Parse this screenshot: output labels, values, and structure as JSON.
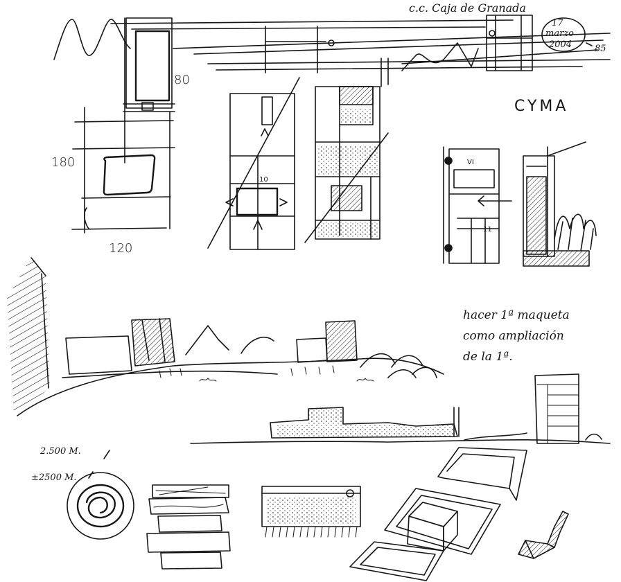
{
  "palette": {
    "ink": "#161616",
    "paper": "#ffffff"
  },
  "header": {
    "title": "c.c. Caja de Granada",
    "date_day": "17",
    "date_month": "marzo",
    "date_year": "2004",
    "sheet_number": "85"
  },
  "tower_sketch": {
    "dim_top": "80",
    "dim_side": "180",
    "dim_bottom": "120"
  },
  "plan_sketch": {
    "label": "10"
  },
  "right_plan": {
    "label_top": "VI",
    "label_bottom": "11"
  },
  "project_label": "CYMA",
  "note": {
    "line1": "hacer 1ª maqueta",
    "line2": "como ampliación",
    "line3": "de la 1ª."
  },
  "site_dims": {
    "line1": "2.500 M.",
    "line2": "±2500 M."
  }
}
